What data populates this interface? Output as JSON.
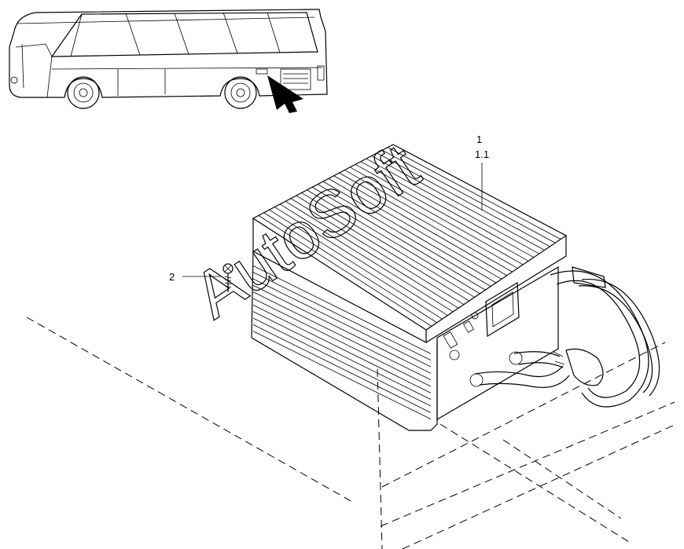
{
  "callouts": {
    "item_1": "1",
    "item_1_1": "1.1",
    "item_2": "2"
  },
  "watermark": {
    "text": "AutoSoft"
  },
  "colors": {
    "line": "#000000",
    "background": "#ffffff"
  }
}
